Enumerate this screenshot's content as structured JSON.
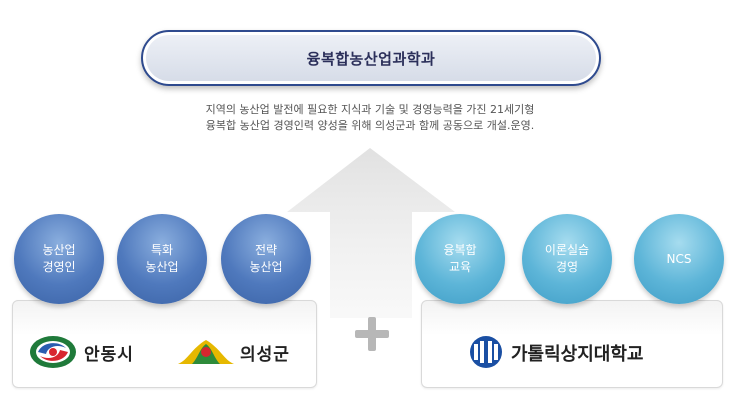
{
  "title": "융복합농산업과학과",
  "description": {
    "line1": "지역의 농산업 발전에 필요한 지식과 기술 및 경영능력을 가진 21세기형",
    "line2": "융복합 농산업 경영인력 양성을 위해 의성군과 함께 공동으로 개설.운영."
  },
  "left_circles": [
    {
      "line1": "농산업",
      "line2": "경영인"
    },
    {
      "line1": "특화",
      "line2": "농산업"
    },
    {
      "line1": "전략",
      "line2": "농산업"
    }
  ],
  "right_circles": [
    {
      "line1": "융복합",
      "line2": "교육"
    },
    {
      "line1": "이론실습",
      "line2": "경영"
    },
    {
      "line1": "NCS",
      "line2": ""
    }
  ],
  "logos": {
    "andong": "안동시",
    "uiseong": "의성군",
    "catholic": "가톨릭상지대학교"
  },
  "colors": {
    "title_border": "#2e4a8e",
    "circle_blue": "#4f79bd",
    "circle_teal": "#5db5d8",
    "plus": "#b7b7b7"
  }
}
